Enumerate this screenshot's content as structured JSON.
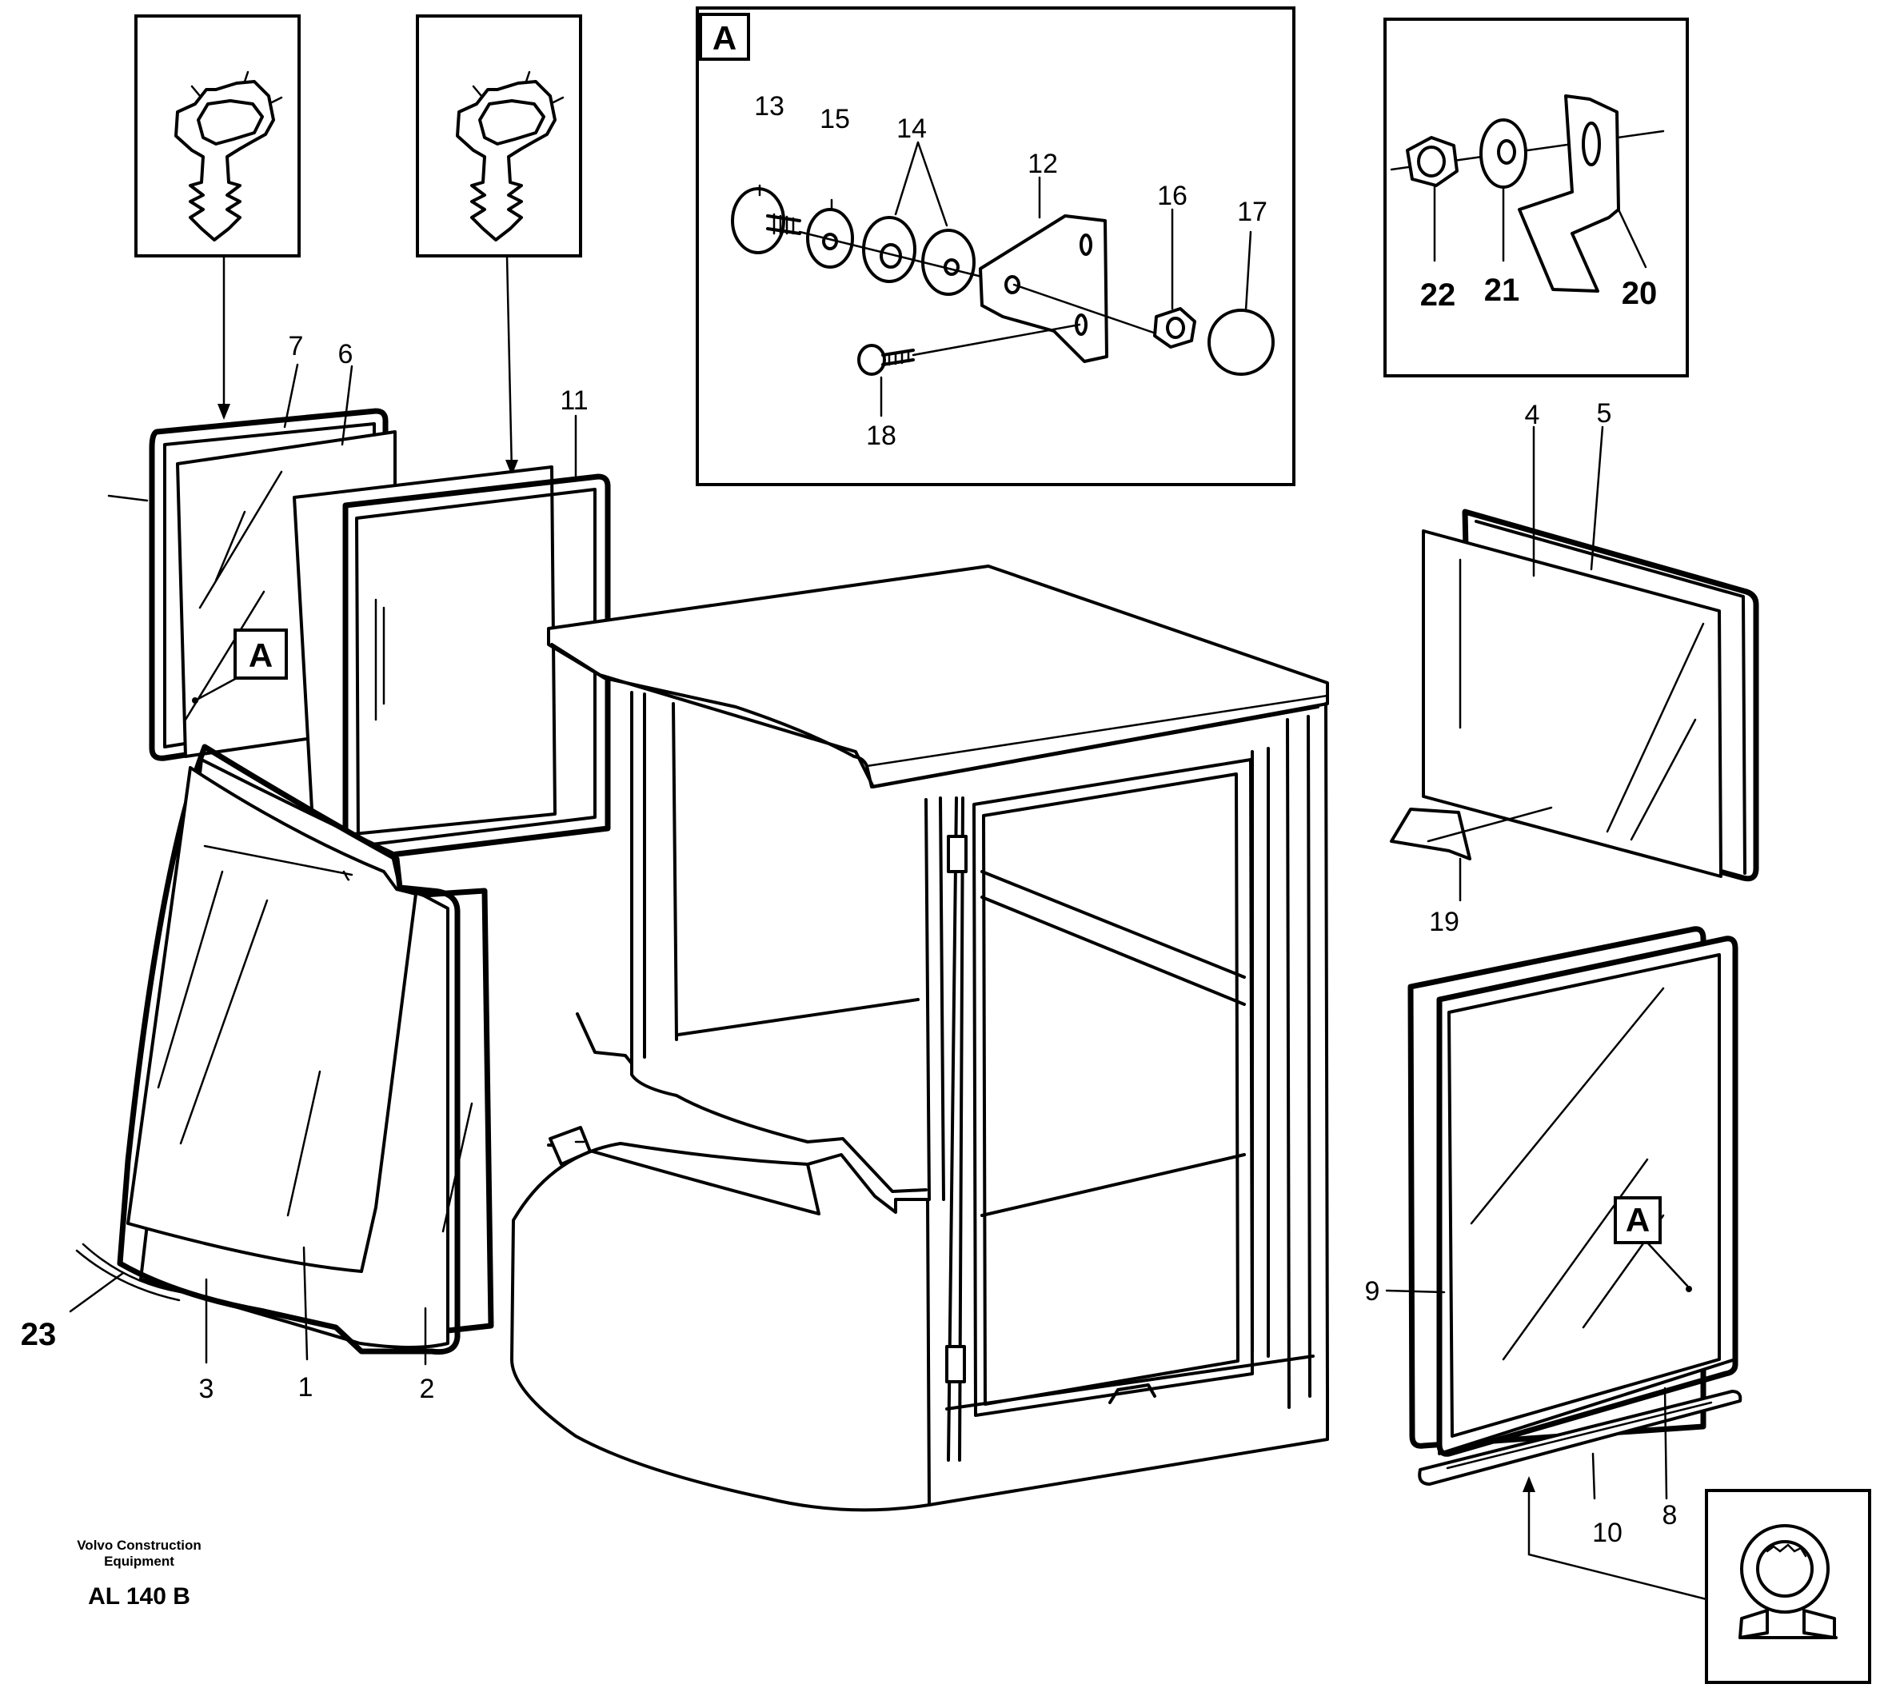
{
  "detail_tag": "A",
  "labels": {
    "p1": "1",
    "p2": "2",
    "p3": "3",
    "p4": "4",
    "p5": "5",
    "p6": "6",
    "p7": "7",
    "p8": "8",
    "p9": "9",
    "p10": "10",
    "p11": "11",
    "p12": "12",
    "p13": "13",
    "p14": "14",
    "p15": "15",
    "p16": "16",
    "p17": "17",
    "p18": "18",
    "p19": "19",
    "p20": "20",
    "p21": "21",
    "p22": "22",
    "p23": "23"
  },
  "footer": {
    "brand_line1": "Volvo Construction",
    "brand_line2": "Equipment",
    "drawing_code": "AL 140 B"
  }
}
